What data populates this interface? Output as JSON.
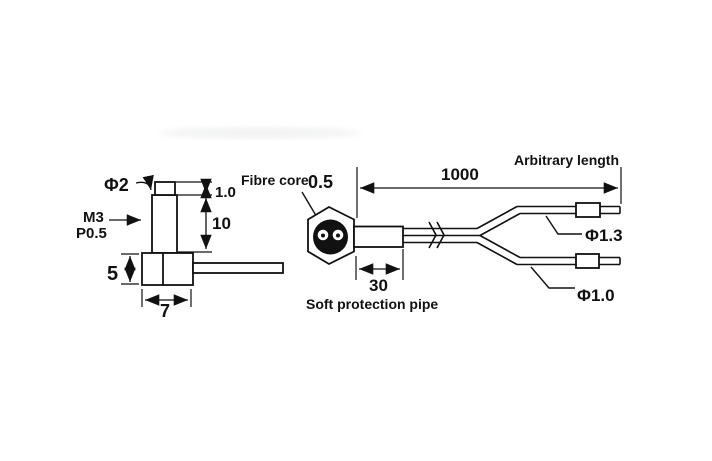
{
  "colors": {
    "background": "#ffffff",
    "ink": "#111111"
  },
  "sensor_view": {
    "tip_diameter": "Φ2",
    "tip_height": "1.0",
    "thread_spec_line1": "M3",
    "thread_spec_line2": "P0.5",
    "thread_length": "10",
    "base_height": "5",
    "base_width": "7"
  },
  "fiber_view": {
    "core_label": "Fibre core",
    "core_diameter": "0.5",
    "pipe_length": "30",
    "pipe_label": "Soft protection pipe",
    "cable_length": "1000",
    "length_note": "Arbitrary length",
    "upper_branch_diameter": "Φ1.3",
    "lower_branch_diameter": "Φ1.0"
  }
}
